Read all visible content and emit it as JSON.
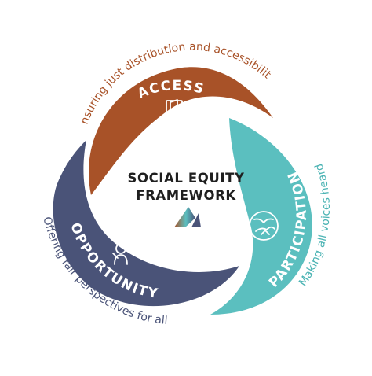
{
  "center": {
    "line1": "SOCIAL EQUITY",
    "line2": "FRAMEWORK"
  },
  "segments": [
    {
      "label": "ACCESS",
      "caption": "Ensuring just distribution and accessibility",
      "color": "#a85228",
      "icon": "door-icon"
    },
    {
      "label": "PARTICIPATION",
      "caption": "Making all voices heard",
      "color": "#5bbfbf",
      "icon": "joined-hands-icon"
    },
    {
      "label": "OPPORTUNITY",
      "caption": "Offering fair perspectives for all",
      "color": "#4a5378",
      "icon": "child-star-icon"
    }
  ],
  "logo": {
    "colors": [
      "#a85228",
      "#5bbfbf",
      "#4a5378"
    ]
  }
}
